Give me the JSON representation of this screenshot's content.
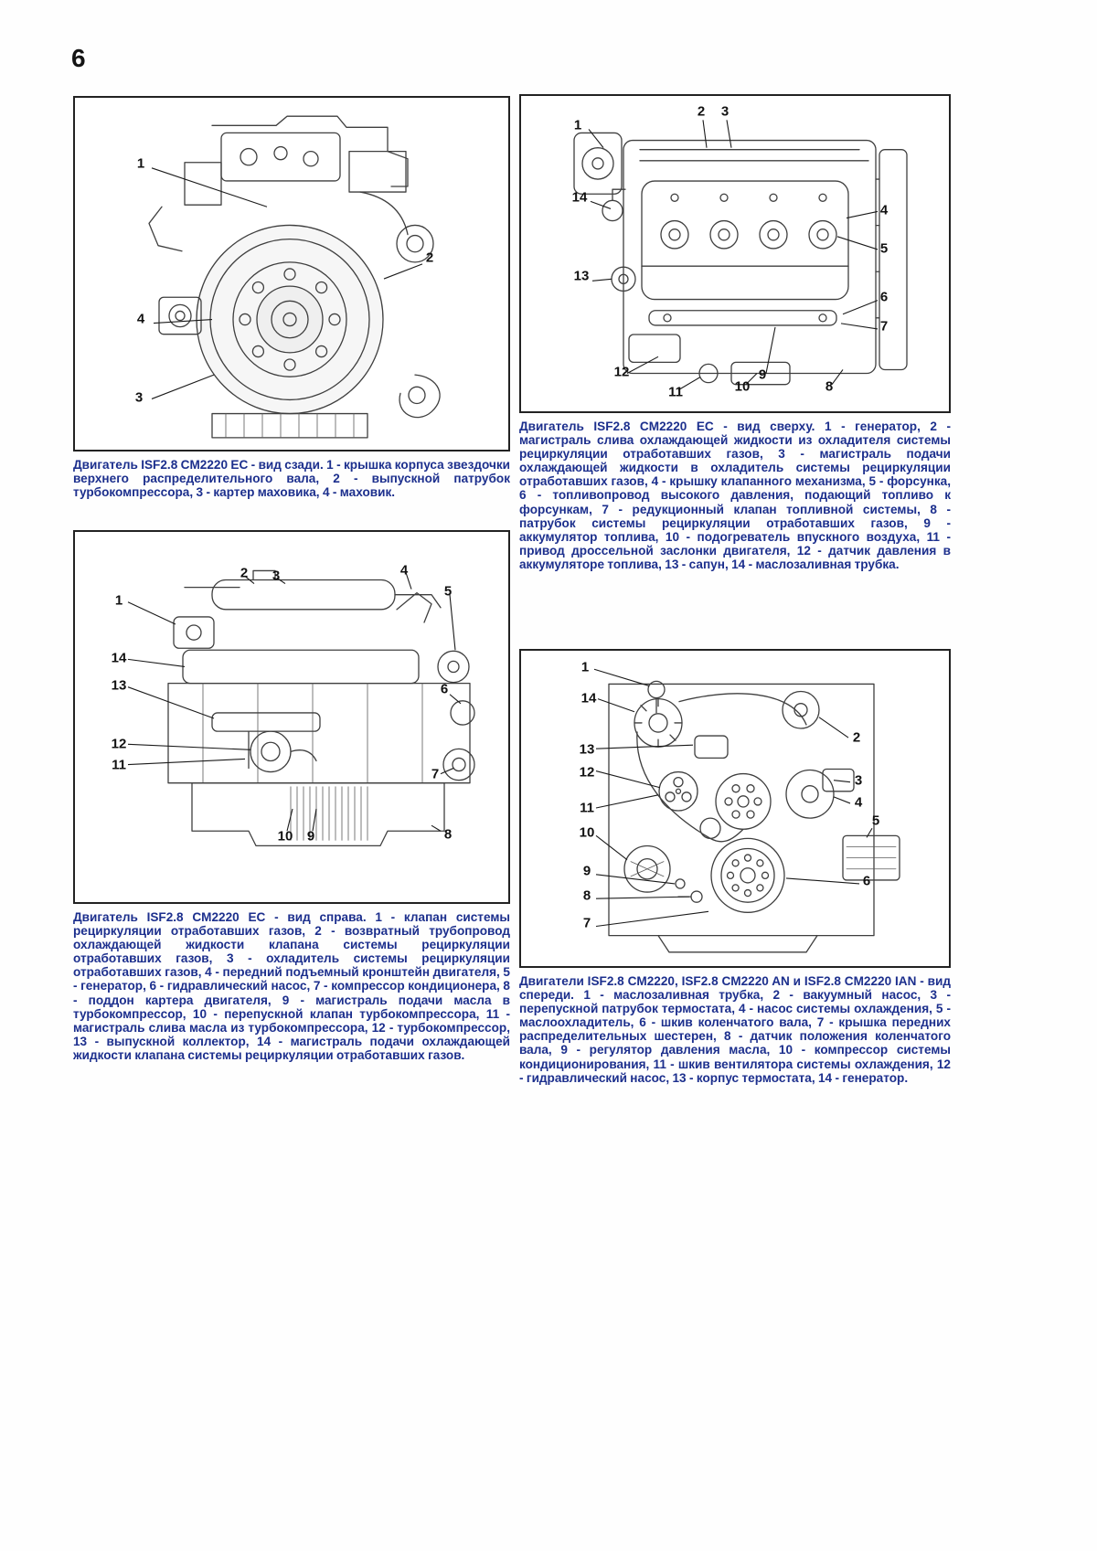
{
  "page": {
    "number": "6"
  },
  "colors": {
    "caption_text": "#1c2f8d",
    "line_art": "#3f3f3f",
    "callout_text": "#111111"
  },
  "figures": [
    {
      "name": "engine-rear-view",
      "caption": "Двигатель ISF2.8 CM2220 EC - вид сзади. 1 - крышка корпуса звездочки верхнего распределительного вала, 2 - выпускной патрубок турбокомпрессора, 3 - картер маховика, 4 - маховик.",
      "callouts": [
        "1",
        "2",
        "4",
        "3"
      ]
    },
    {
      "name": "engine-top-view",
      "caption": "Двигатель ISF2.8 CM2220 EC - вид сверху. 1 - генератор, 2 - магистраль слива охлаждающей жидкости из охладителя системы рециркуляции отработавших газов, 3 - магистраль подачи охлаждающей жидкости в охладитель системы рециркуляции отработавших газов, 4 - крышку клапанного механизма, 5 - форсунка, 6 - топливопровод высокого давления, подающий топливо к форсункам, 7 - редукционный клапан топливной системы, 8 - патрубок системы рециркуляции отработавших газов, 9 - аккумулятор топлива, 10 - подогреватель впускного воздуха, 11 - привод дроссельной заслонки двигателя, 12 - датчик давления в аккумуляторе топлива, 13 - сапун, 14 - маслозаливная трубка.",
      "callouts": [
        "1",
        "2",
        "3",
        "14",
        "4",
        "5",
        "13",
        "6",
        "7",
        "12",
        "11",
        "10",
        "9",
        "8"
      ]
    },
    {
      "name": "engine-right-view",
      "caption": "Двигатель ISF2.8 CM2220 EC - вид справа. 1 - клапан системы рециркуляции отработавших газов, 2 - возвратный трубопровод охлаждающей жидкости клапана системы рециркуляции отработавших газов, 3 - охладитель системы рециркуляции отработавших газов, 4 - передний подъемный кронштейн двигателя, 5 - генератор, 6 - гидравлический насос, 7 - компрессор кондиционера, 8 - поддон картера двигателя, 9 - магистраль подачи масла в турбокомпрессор, 10 - перепускной клапан турбокомпрессора, 11 - магистраль слива масла из турбокомпрессора, 12 - турбокомпрессор, 13 - выпускной коллектор, 14 - магистраль подачи охлаждающей жидкости клапана системы рециркуляции отработавших газов.",
      "callouts": [
        "1",
        "2",
        "3",
        "4",
        "5",
        "14",
        "13",
        "6",
        "12",
        "11",
        "7",
        "10",
        "9",
        "8"
      ]
    },
    {
      "name": "engine-front-view",
      "caption": "Двигатели ISF2.8 CM2220, ISF2.8 CM2220 AN и ISF2.8 CM2220 IAN - вид спереди. 1 - маслозаливная трубка, 2 - вакуумный насос, 3 - перепускной патрубок термостата, 4 - насос системы охлаждения, 5 - маслоохладитель, 6 - шкив коленчатого вала, 7 - крышка передних распределительных шестерен, 8 - датчик положения коленчатого вала, 9 - регулятор давления масла, 10 - компрессор системы кондиционирования, 11 - шкив вентилятора системы охлаждения, 12 - гидравлический насос, 13 - корпус термостата, 14 - генератор.",
      "callouts": [
        "1",
        "14",
        "13",
        "12",
        "2",
        "11",
        "3",
        "4",
        "10",
        "5",
        "9",
        "8",
        "6",
        "7"
      ]
    }
  ]
}
